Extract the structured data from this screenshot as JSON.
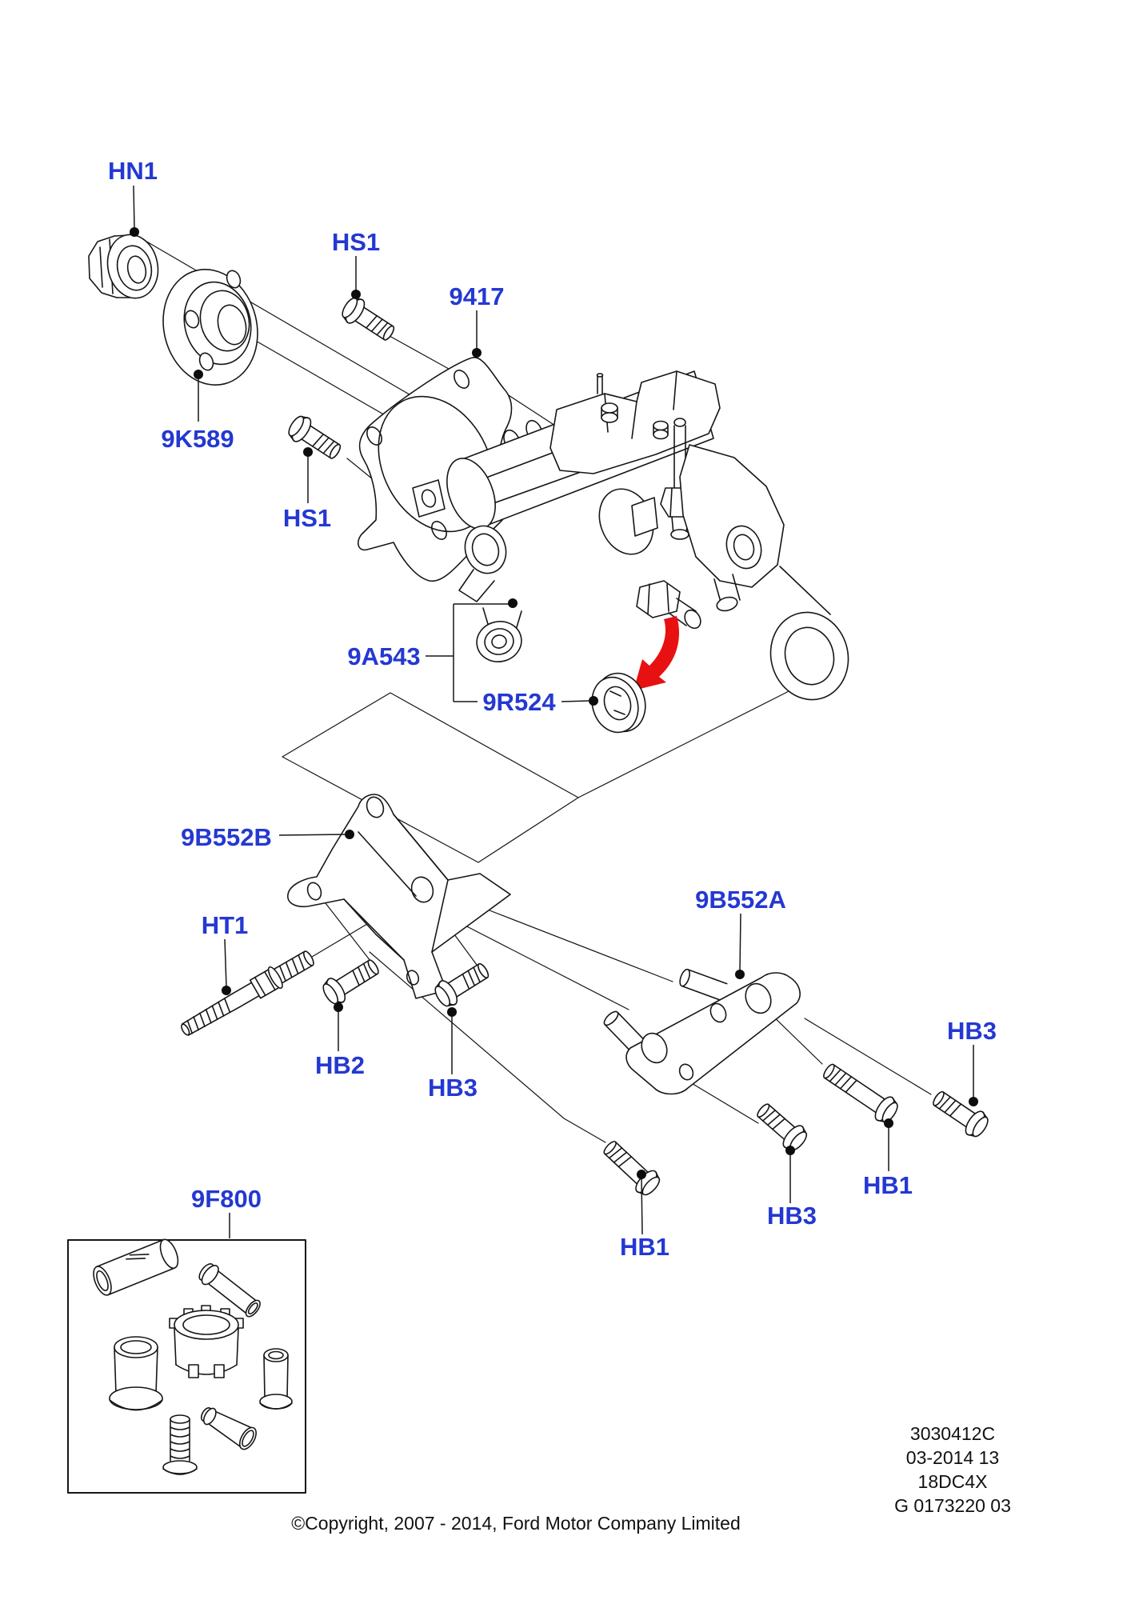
{
  "diagram": {
    "labels": {
      "hn1": "HN1",
      "hs1_top": "HS1",
      "g9417": "9417",
      "g9k589": "9K589",
      "hs1_mid": "HS1",
      "g9a543": "9A543",
      "g9r524": "9R524",
      "g9b552b": "9B552B",
      "ht1": "HT1",
      "hb2": "HB2",
      "hb3_a": "HB3",
      "g9b552a": "9B552A",
      "hb3_b": "HB3",
      "hb1_a": "HB1",
      "hb3_c": "HB3",
      "hb1_b": "HB1",
      "g9f800": "9F800"
    },
    "stamp": [
      "3030412C",
      "03-2014 13",
      "18DC4X",
      "G 0173220 03"
    ],
    "copyright": "©Copyright, 2007 - 2014, Ford Motor Company Limited",
    "colors": {
      "label": "#2438d2",
      "arrow": "#e81111",
      "line": "#161616"
    }
  }
}
